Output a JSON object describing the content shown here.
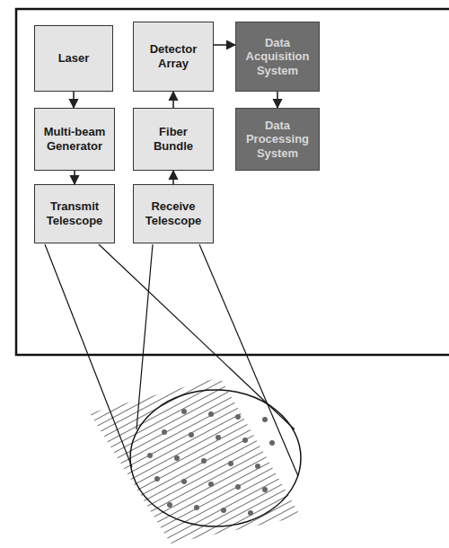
{
  "diagram": {
    "nodes": [
      {
        "text": [
          "Laser"
        ]
      },
      {
        "text": [
          "Detector Array"
        ]
      },
      {
        "text": [
          "Data Acquisition System"
        ]
      },
      {
        "text": [
          "Multi-beam Generator"
        ]
      },
      {
        "text": [
          "Fiber Bundle"
        ]
      },
      {
        "text": [
          "Data Processing System"
        ]
      },
      {
        "text": [
          "Transmit Telescope"
        ]
      },
      {
        "text": [
          "Receive Telescope"
        ]
      }
    ],
    "edges": [
      {
        "from": 0,
        "to": 3,
        "arrow": "to"
      },
      {
        "from": 3,
        "to": 6,
        "arrow": "to"
      },
      {
        "from": 7,
        "to": 4,
        "arrow": "to"
      },
      {
        "from": 4,
        "to": 1,
        "arrow": "to"
      },
      {
        "from": 1,
        "to": 2,
        "arrow": "to"
      },
      {
        "from": 2,
        "to": 5,
        "arrow": "to"
      }
    ]
  }
}
